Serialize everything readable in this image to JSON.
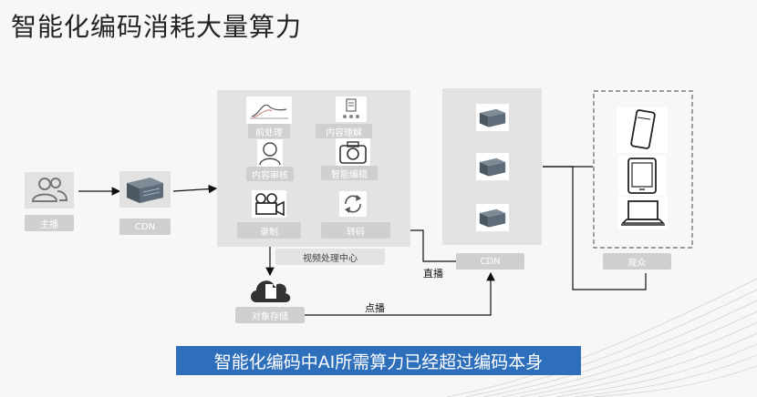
{
  "title": "智能化编码消耗大量算力",
  "labels": {
    "anchor": "主播",
    "cdn_left": "CDN",
    "preprocess": "前处理",
    "understanding": "内容理解",
    "review": "内容审核",
    "smart_edit": "智能编辑",
    "record": "录制",
    "transcode": "转码",
    "video_center": "视频处理中心",
    "cdn_right": "CDN",
    "audience": "观众",
    "storage": "对象存储",
    "live": "直播",
    "vod": "点播"
  },
  "banner": "智能化编码中AI所需算力已经超过编码本身",
  "colors": {
    "banner": "#2e6fbb",
    "highlight": "#e02020",
    "box": "#e3e3e3"
  }
}
